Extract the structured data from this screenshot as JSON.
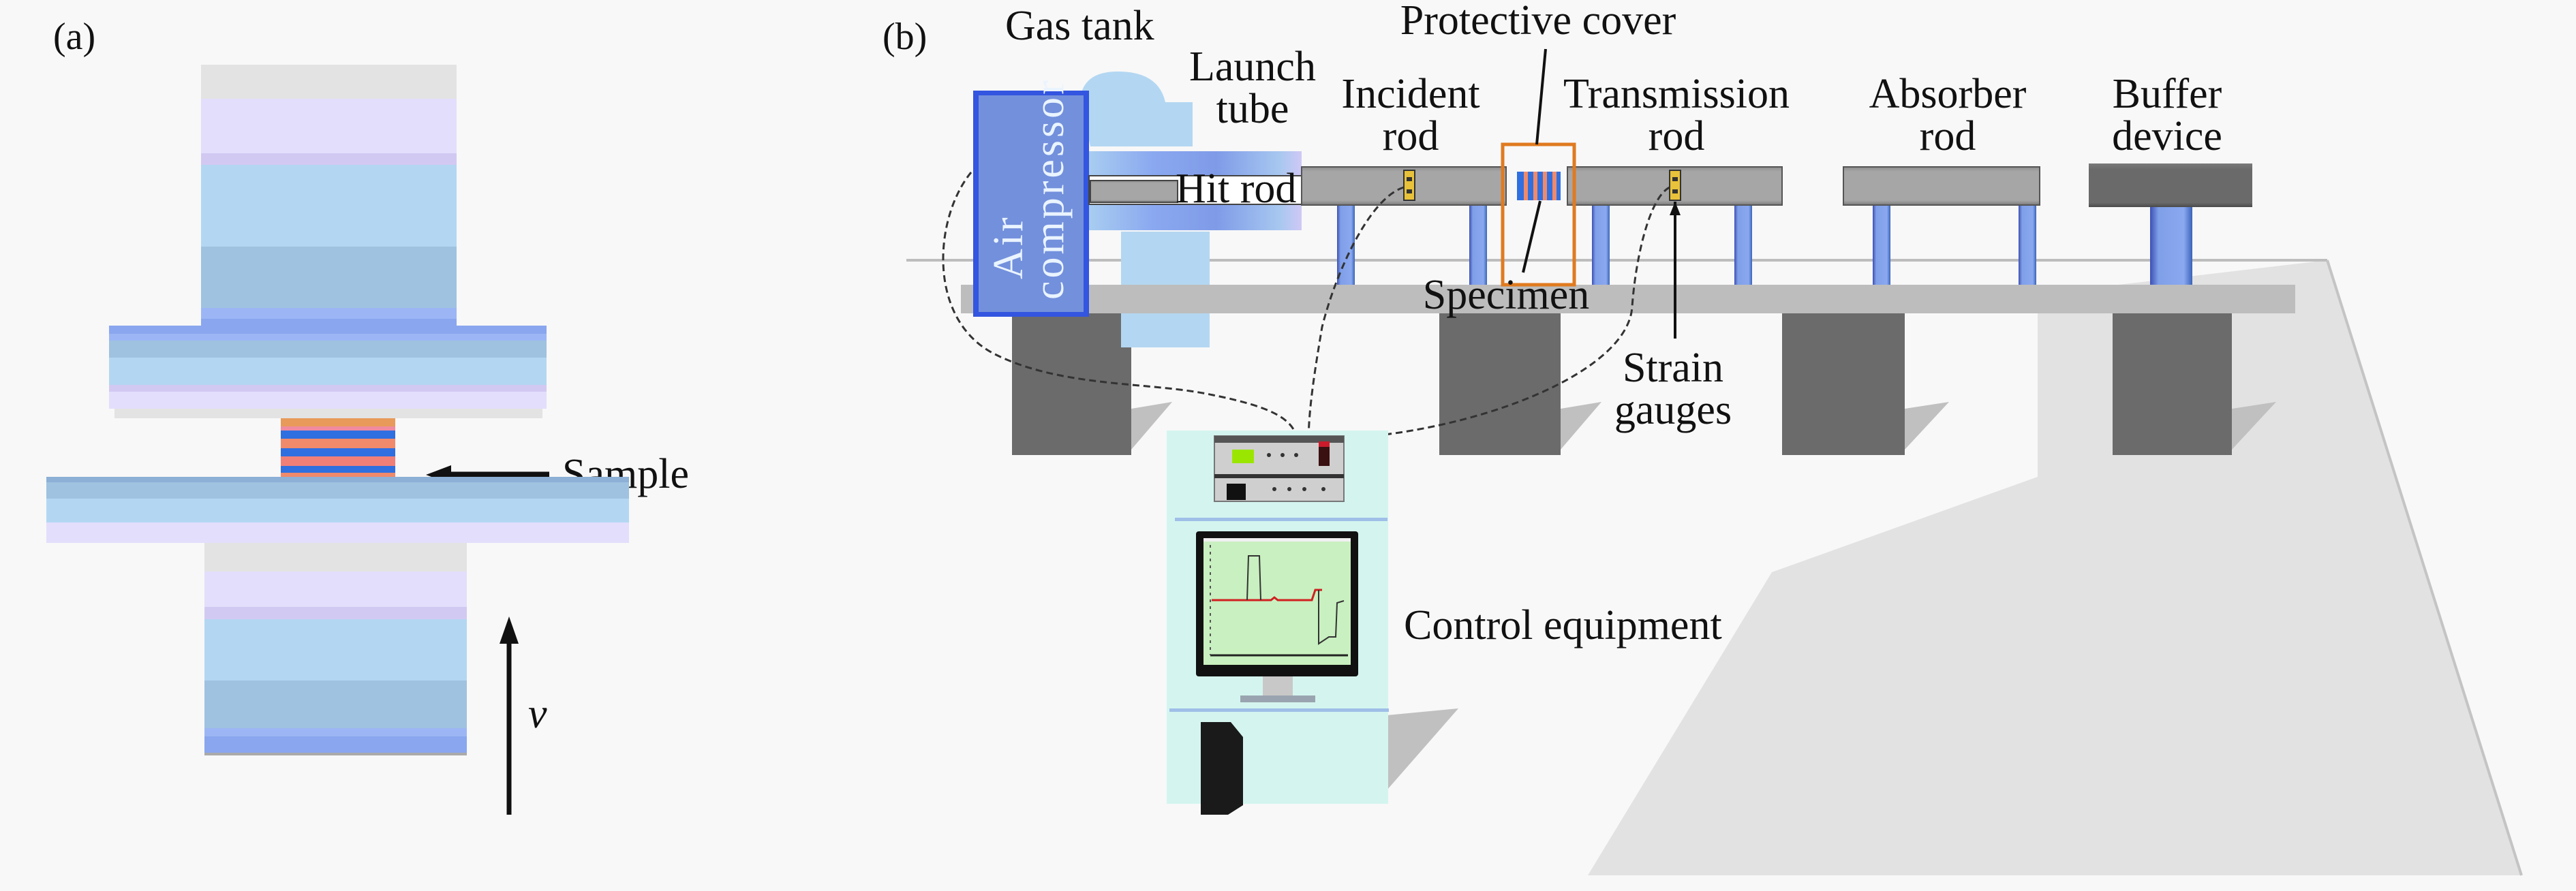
{
  "figure": {
    "panel_a": {
      "label": "(a)",
      "sample_label": "Sample",
      "velocity_label": "v"
    },
    "panel_b": {
      "label": "(b)",
      "gas_tank": "Gas tank",
      "launch_tube": [
        "Launch",
        "tube"
      ],
      "air_compressor": [
        "Air",
        "compressor"
      ],
      "hit_rod": "Hit rod",
      "incident_rod": [
        "Incident",
        "rod"
      ],
      "protective_cover": "Protective cover",
      "transmission_rod": [
        "Transmission",
        "rod"
      ],
      "absorber_rod": [
        "Absorber",
        "rod"
      ],
      "buffer_device": [
        "Buffer",
        "device"
      ],
      "specimen": "Specimen",
      "strain_gauges": [
        "Strain",
        "gauges"
      ],
      "control_equipment": "Control equipment"
    },
    "colors": {
      "rod_gray": "#a3a3a3",
      "leg_gray": "#6b6b6b",
      "platform_gray": "#bdbdbd",
      "support_blue": "#7f9fe8",
      "compressor_blue": "#7390dc",
      "cover_orange": "#e07a20",
      "cabinet_mint": "#d4f5ef",
      "screen_green": "#c9f0c0",
      "gauge_yellow": "#e8c23a"
    }
  }
}
